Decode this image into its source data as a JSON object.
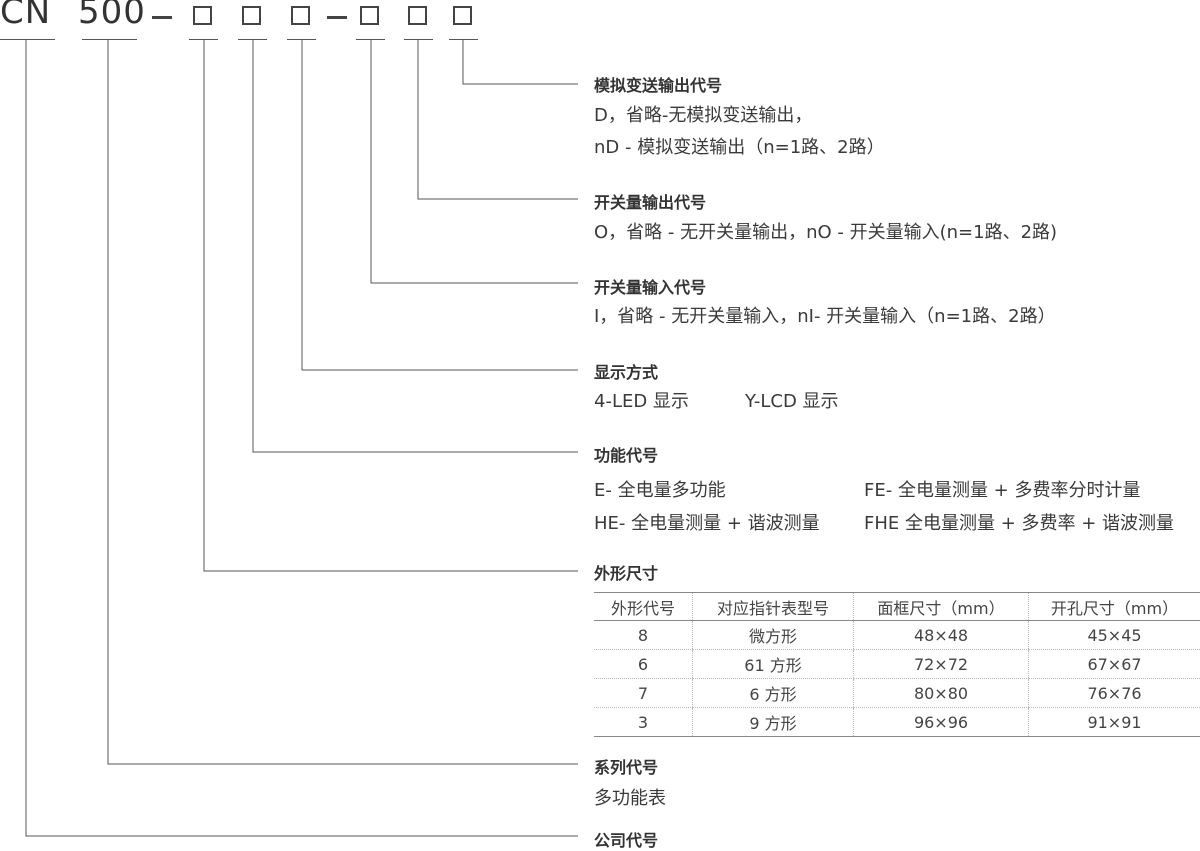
{
  "model_code": {
    "prefix1": "CN",
    "prefix2": "500",
    "dash1": "−",
    "dash2": "−"
  },
  "sections": {
    "analog": {
      "title": "模拟变送输出代号",
      "line1": "D，省略-无模拟变送输出，",
      "line2": "nD - 模拟变送输出（n=1路、2路）"
    },
    "switch_out": {
      "title": "开关量输出代号",
      "line1": "O，省略 - 无开关量输出，nO - 开关量输入(n=1路、2路)"
    },
    "switch_in": {
      "title": "开关量输入代号",
      "line1": "I，省略 - 无开关量输入，nI- 开关量输入（n=1路、2路）"
    },
    "display": {
      "title": "显示方式",
      "opt1": "4-LED 显示",
      "opt2": "Y-LCD 显示"
    },
    "function": {
      "title": "功能代号",
      "e": "E- 全电量多功能",
      "fe": "FE- 全电量测量 + 多费率分时计量",
      "he": "HE- 全电量测量 + 谐波测量",
      "fhe": "FHE 全电量测量 + 多费率 + 谐波测量"
    },
    "shape": {
      "title": "外形尺寸",
      "headers": [
        "外形代号",
        "对应指针表型号",
        "面框尺寸（mm）",
        "开孔尺寸（mm）"
      ],
      "rows": [
        [
          "8",
          "微方形",
          "48×48",
          "45×45"
        ],
        [
          "6",
          "61 方形",
          "72×72",
          "67×67"
        ],
        [
          "7",
          "6 方形",
          "80×80",
          "76×76"
        ],
        [
          "3",
          "9 方形",
          "96×96",
          "91×91"
        ]
      ]
    },
    "series": {
      "title": "系列代号",
      "line1": "多功能表"
    },
    "company": {
      "title": "公司代号"
    }
  }
}
